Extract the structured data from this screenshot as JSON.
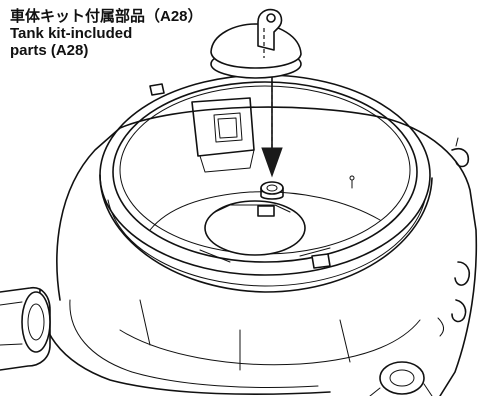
{
  "caption": {
    "line_jp": "車体キット付属部品（A28）",
    "line_en_1": "Tank kit-included",
    "line_en_2": "parts (A28)"
  },
  "colors": {
    "line": "#111111",
    "arrow": "#1a1a1a",
    "background": "#ffffff"
  }
}
